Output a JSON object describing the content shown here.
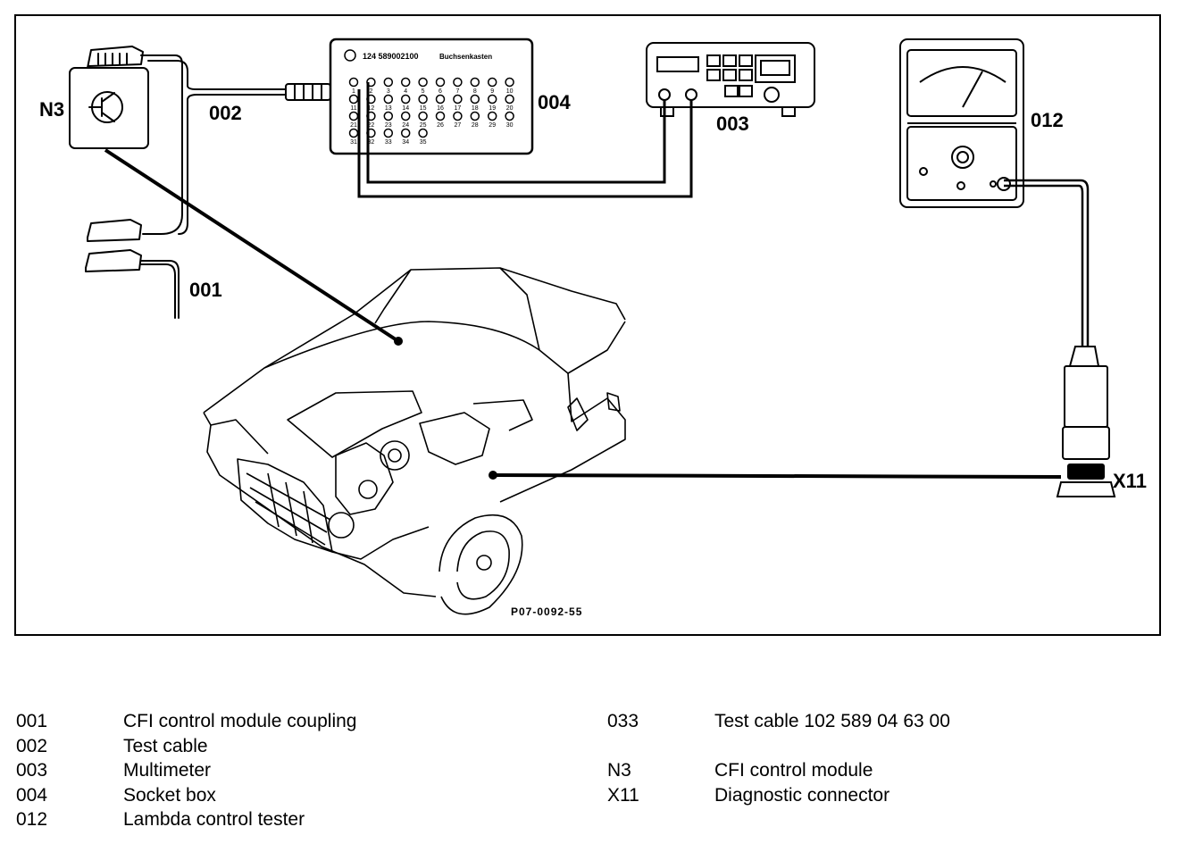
{
  "labels": {
    "n3": "N3",
    "c002": "002",
    "c004": "004",
    "c003": "003",
    "c012": "012",
    "c001": "001",
    "x11": "X11"
  },
  "socket_box": {
    "part_number": "124 589002100",
    "title": "Buchsenkasten",
    "sockets": [
      "1",
      "2",
      "3",
      "4",
      "5",
      "6",
      "7",
      "8",
      "9",
      "10",
      "11",
      "12",
      "13",
      "14",
      "15",
      "16",
      "17",
      "18",
      "19",
      "20",
      "21",
      "22",
      "23",
      "24",
      "25",
      "26",
      "27",
      "28",
      "29",
      "30",
      "31",
      "32",
      "33",
      "34",
      "35"
    ]
  },
  "figure_ref": "P07-0092-55",
  "legend_left": [
    {
      "code": "001",
      "desc": "CFI control module coupling"
    },
    {
      "code": "002",
      "desc": "Test cable"
    },
    {
      "code": "003",
      "desc": "Multimeter"
    },
    {
      "code": "004",
      "desc": "Socket box"
    },
    {
      "code": "012",
      "desc": "Lambda control tester"
    }
  ],
  "legend_right": [
    {
      "code": "033",
      "desc": "Test cable 102 589 04 63 00"
    },
    {
      "code": "N3",
      "desc": "CFI control module"
    },
    {
      "code": "X11",
      "desc": "Diagnostic connector"
    }
  ]
}
